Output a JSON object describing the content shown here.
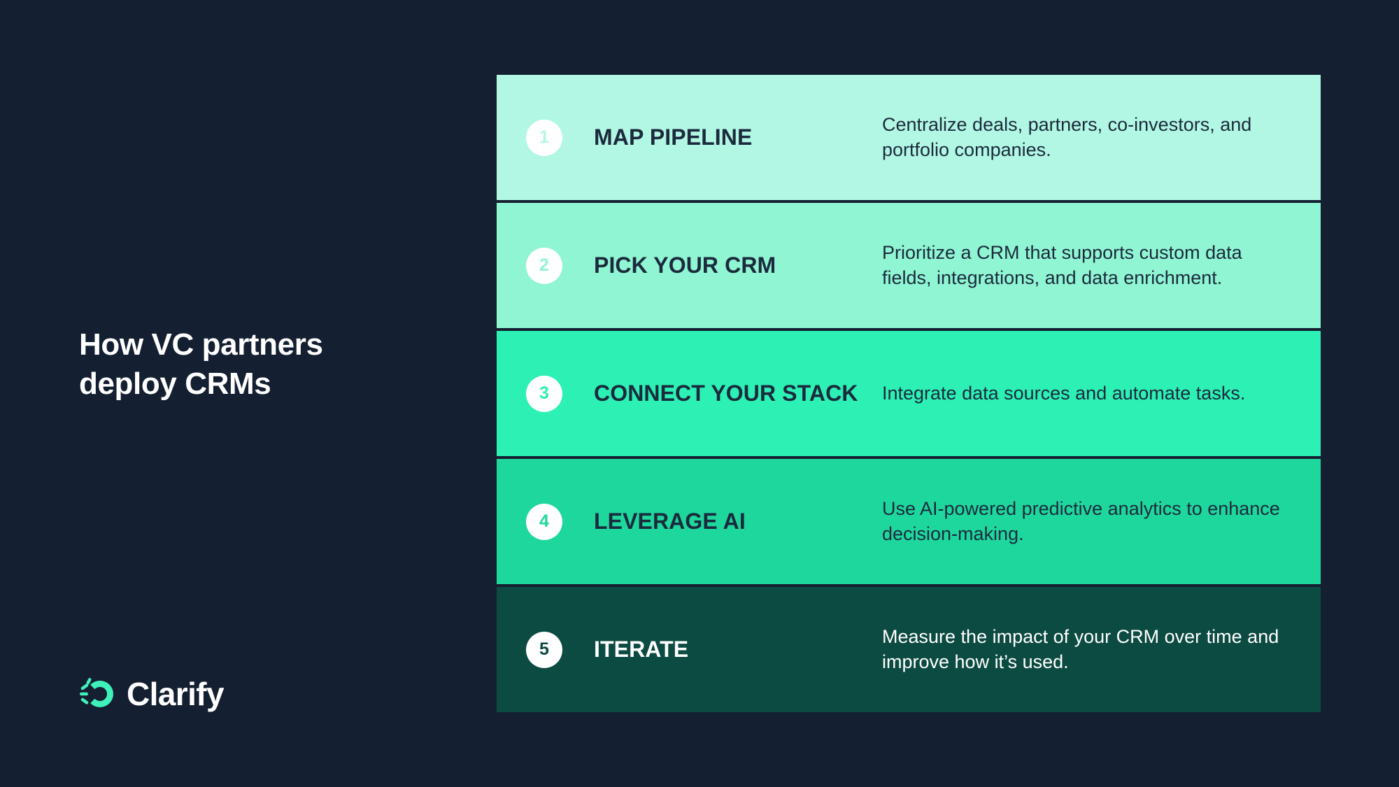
{
  "background_color": "#141f31",
  "title": {
    "line1": "How VC partners",
    "line2": "deploy CRMs",
    "full": "How VC partners deploy CRMs",
    "color": "#ffffff"
  },
  "brand": {
    "name": "Clarify",
    "mark_icon": "clarify-c-burst-icon",
    "mark_color": "#3ff0bb",
    "wordmark_color": "#ffffff"
  },
  "steps": [
    {
      "number": "1",
      "title": "MAP PIPELINE",
      "description": "Centralize deals, partners, co-investors, and portfolio companies.",
      "row_color": "#b2f7e3",
      "text_color": "#1b2a3d",
      "badge_bg": "#ffffff",
      "badge_text_color": "#b2f7e3"
    },
    {
      "number": "2",
      "title": "PICK YOUR CRM",
      "description": "Prioritize a CRM that supports custom data fields, integrations, and data enrichment.",
      "row_color": "#90f5d2",
      "text_color": "#1b2a3d",
      "badge_bg": "#ffffff",
      "badge_text_color": "#90f5d2"
    },
    {
      "number": "3",
      "title": "CONNECT YOUR STACK",
      "description": "Integrate data sources and automate tasks.",
      "row_color": "#2cf0b4",
      "text_color": "#1b2a3d",
      "badge_bg": "#ffffff",
      "badge_text_color": "#2cf0b4"
    },
    {
      "number": "4",
      "title": "LEVERAGE AI",
      "description": "Use AI-powered predictive analytics to enhance decision-making.",
      "row_color": "#1ed79c",
      "text_color": "#1b2a3d",
      "badge_bg": "#ffffff",
      "badge_text_color": "#1ed79c"
    },
    {
      "number": "5",
      "title": "ITERATE",
      "description": "Measure the impact of your CRM over time and improve how it’s used.",
      "row_color": "#0c4b42",
      "text_color": "#ffffff",
      "badge_bg": "#ffffff",
      "badge_text_color": "#0c4b42"
    }
  ]
}
